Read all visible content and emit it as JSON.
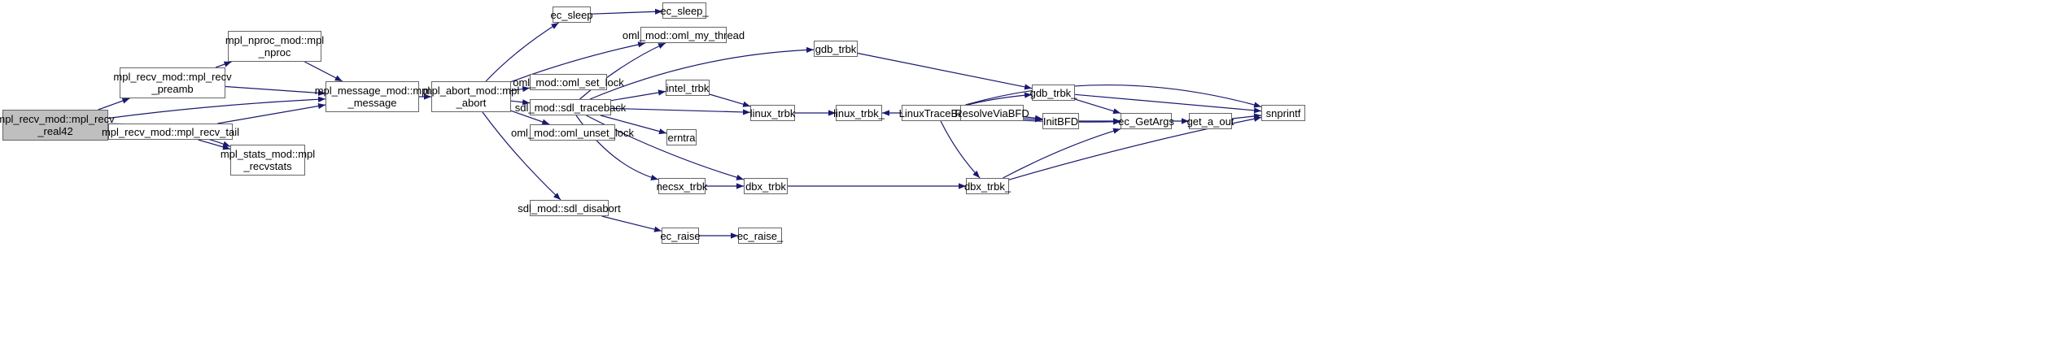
{
  "colors": {
    "edge": "#191970",
    "border": "#666666",
    "root_fill": "#bfbfbf",
    "node_fill": "#ffffff"
  },
  "nodes": {
    "mpl_recv_real42": {
      "lines": [
        "mpl_recv_mod::mpl_recv",
        "_real42"
      ],
      "root": true
    },
    "mpl_recv_preamb": {
      "lines": [
        "mpl_recv_mod::mpl_recv",
        "_preamb"
      ]
    },
    "mpl_nproc": {
      "lines": [
        "mpl_nproc_mod::mpl",
        "_nproc"
      ]
    },
    "mpl_message": {
      "lines": [
        "mpl_message_mod::mpl",
        "_message"
      ]
    },
    "mpl_recv_tail": {
      "lines": [
        "mpl_recv_mod::mpl_recv_tail"
      ]
    },
    "mpl_recvstats": {
      "lines": [
        "mpl_stats_mod::mpl",
        "_recvstats"
      ]
    },
    "mpl_abort": {
      "lines": [
        "mpl_abort_mod::mpl",
        "_abort"
      ]
    },
    "ec_sleep": {
      "lines": [
        "ec_sleep"
      ]
    },
    "ec_sleep_": {
      "lines": [
        "ec_sleep_"
      ]
    },
    "oml_my_thread": {
      "lines": [
        "oml_mod::oml_my_thread"
      ]
    },
    "oml_set_lock": {
      "lines": [
        "oml_mod::oml_set_lock"
      ]
    },
    "sdl_traceback": {
      "lines": [
        "sdl_mod::sdl_traceback"
      ]
    },
    "oml_unset_lock": {
      "lines": [
        "oml_mod::oml_unset_lock"
      ]
    },
    "sdl_disabort": {
      "lines": [
        "sdl_mod::sdl_disabort"
      ]
    },
    "ec_raise": {
      "lines": [
        "ec_raise"
      ]
    },
    "ec_raise_": {
      "lines": [
        "ec_raise_"
      ]
    },
    "gdb_trbk": {
      "lines": [
        "gdb_trbk"
      ]
    },
    "intel_trbk": {
      "lines": [
        "intel_trbk"
      ]
    },
    "linux_trbk": {
      "lines": [
        "linux_trbk"
      ]
    },
    "linux_trbk_": {
      "lines": [
        "linux_trbk_"
      ]
    },
    "LinuxTraceBack": {
      "lines": [
        "LinuxTraceBack"
      ]
    },
    "erntra": {
      "lines": [
        "erntra"
      ]
    },
    "necsx_trbk": {
      "lines": [
        "necsx_trbk"
      ]
    },
    "dbx_trbk": {
      "lines": [
        "dbx_trbk"
      ]
    },
    "gdb_trbk_": {
      "lines": [
        "gdb_trbk_"
      ]
    },
    "ResolveViaBFD": {
      "lines": [
        "ResolveViaBFD"
      ]
    },
    "InitBFD": {
      "lines": [
        "InitBFD"
      ]
    },
    "ec_GetArgs": {
      "lines": [
        "ec_GetArgs"
      ]
    },
    "get_a_out": {
      "lines": [
        "get_a_out"
      ]
    },
    "snprintf": {
      "lines": [
        "snprintf"
      ]
    },
    "dbx_trbk_": {
      "lines": [
        "dbx_trbk_"
      ]
    }
  }
}
